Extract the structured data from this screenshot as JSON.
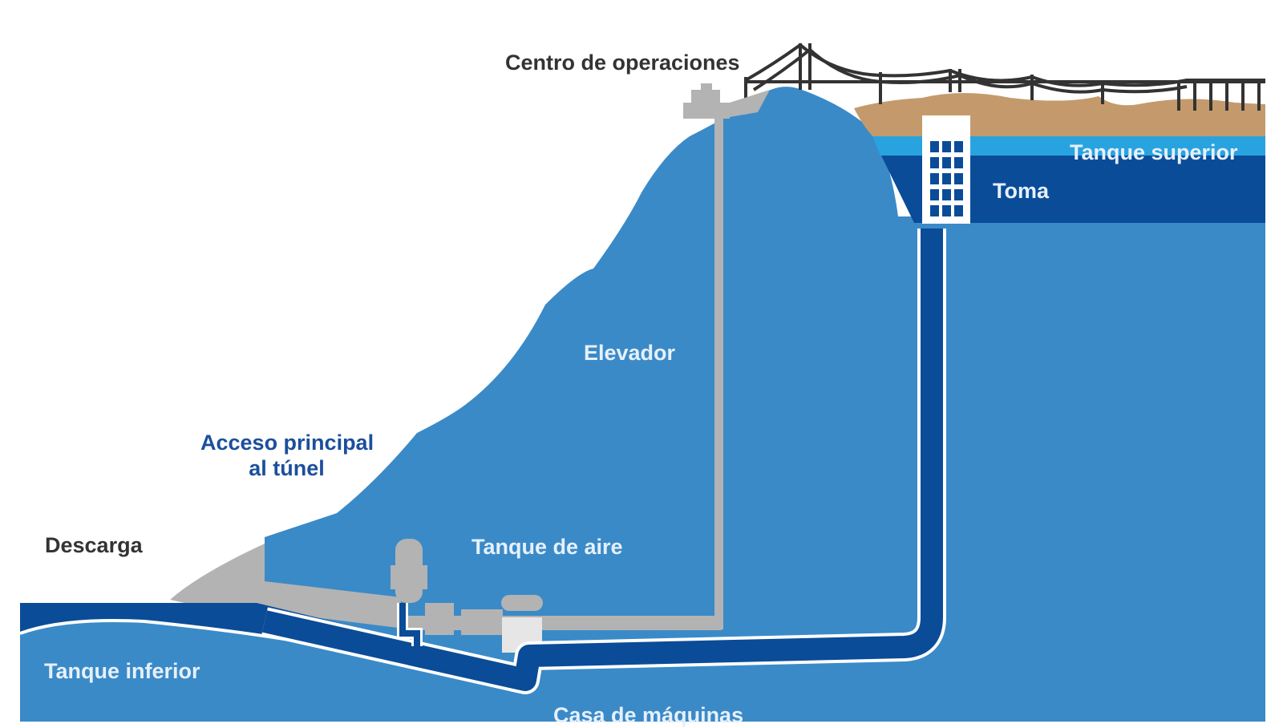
{
  "colors": {
    "background": "#ffffff",
    "mountain": "#3a8ac8",
    "ground_water": "#3a8ac8",
    "conduit": "#0a4c98",
    "conduit_outline": "#ffffff",
    "upper_surface": "#29a3e0",
    "soil": "#c49a6c",
    "structures": "#b3b3b3",
    "bridge": "#333333",
    "label_dark": "#333333",
    "label_light": "#e6f0fa",
    "label_navy": "#1c4f9c"
  },
  "labels": {
    "operations_center": "Centro de operaciones",
    "upper_tank": "Tanque superior",
    "intake": "Toma",
    "elevator": "Elevador",
    "main_access_line1": "Acceso principal",
    "main_access_line2": "al túnel",
    "discharge": "Descarga",
    "air_tank": "Tanque de aire",
    "lower_tank": "Tanque inferior",
    "powerhouse": "Casa de máquinas"
  },
  "icons": [
    "suspension-bridge-icon",
    "operations-building-icon",
    "intake-grate-icon",
    "air-tank-icon",
    "turbine-icon"
  ]
}
